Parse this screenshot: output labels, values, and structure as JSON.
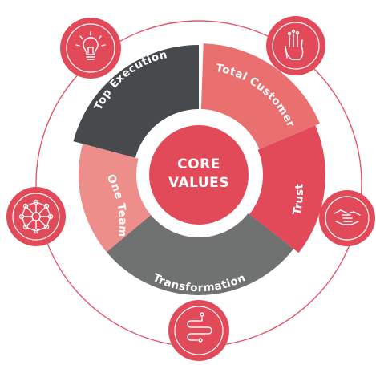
{
  "center": {
    "line1": "CORE",
    "line2": "VALUES"
  },
  "segments": [
    {
      "label": "Top Execution",
      "color": "#464a4c"
    },
    {
      "label": "Total Customer",
      "color": "#ea7070"
    },
    {
      "label": "Trust",
      "color": "#e24a5a"
    },
    {
      "label": "Transformation",
      "color": "#6f7270"
    },
    {
      "label": "One Team",
      "color": "#ee8e8a"
    }
  ],
  "icons": [
    {
      "name": "lightbulb-icon"
    },
    {
      "name": "raised-hands-icon"
    },
    {
      "name": "handshake-icon"
    },
    {
      "name": "winding-path-icon"
    },
    {
      "name": "network-icon"
    }
  ],
  "colors": {
    "accent": "#e24a5a",
    "outer_ring": "#e5566a",
    "center": "#e24a5a"
  }
}
